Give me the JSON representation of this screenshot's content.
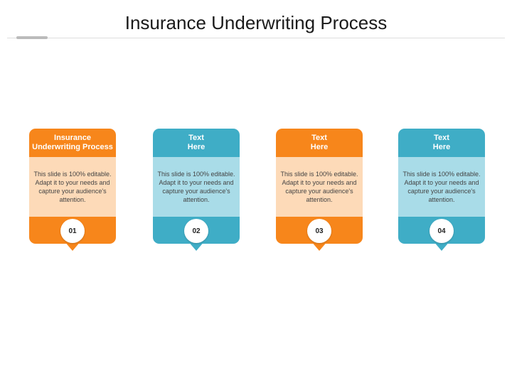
{
  "title": "Insurance Underwriting Process",
  "colors": {
    "orange": "#F7861B",
    "orange_light": "#FDDAB8",
    "teal": "#3FADC6",
    "teal_light": "#A9DCE8"
  },
  "cards": [
    {
      "heading": "Insurance Underwriting Process",
      "body": "This slide is 100% editable. Adapt it to your needs and capture your audience's attention.",
      "number": "01"
    },
    {
      "heading": "Text Here",
      "body": "This slide is 100% editable. Adapt it to your needs and capture your audience's attention.",
      "number": "02"
    },
    {
      "heading": "Text Here",
      "body": "This slide is 100% editable. Adapt it to your needs and capture your audience's attention.",
      "number": "03"
    },
    {
      "heading": "Text Here",
      "body": "This slide is 100% editable. Adapt it to your needs and capture your audience's attention.",
      "number": "04"
    }
  ]
}
